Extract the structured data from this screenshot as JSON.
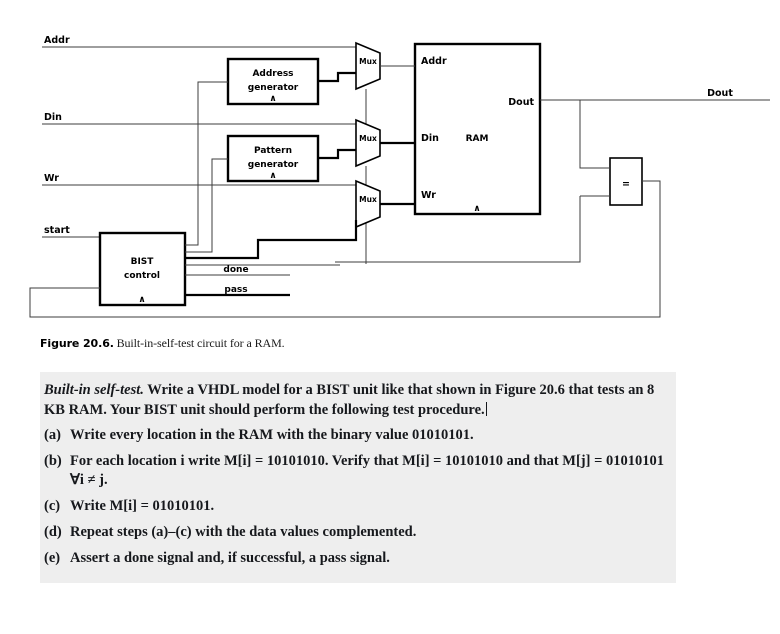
{
  "figure": {
    "caption_number": "Figure 20.6.",
    "caption_text": "Built-in-self-test circuit for a RAM.",
    "diagram": {
      "inputs": [
        {
          "name": "addr-input",
          "label": "Addr"
        },
        {
          "name": "din-input",
          "label": "Din"
        },
        {
          "name": "wr-input",
          "label": "Wr"
        },
        {
          "name": "start-input",
          "label": "start"
        }
      ],
      "outputs": [
        {
          "name": "dout-output",
          "label": "Dout"
        },
        {
          "name": "done-output",
          "label": "done"
        },
        {
          "name": "pass-output",
          "label": "pass"
        }
      ],
      "blocks": [
        {
          "name": "address-generator-block",
          "line1": "Address",
          "line2": "generator",
          "clock": "∧"
        },
        {
          "name": "pattern-generator-block",
          "line1": "Pattern",
          "line2": "generator",
          "clock": "∧"
        },
        {
          "name": "bist-control-block",
          "line1": "BIST",
          "line2": "control",
          "clock": "∧"
        },
        {
          "name": "ram-block",
          "label": "RAM",
          "clock": "∧"
        }
      ],
      "ram_ports": [
        {
          "name": "ram-port-addr",
          "label": "Addr"
        },
        {
          "name": "ram-port-din",
          "label": "Din"
        },
        {
          "name": "ram-port-wr",
          "label": "Wr"
        },
        {
          "name": "ram-port-dout",
          "label": "Dout"
        }
      ],
      "muxes": [
        {
          "name": "mux-addr",
          "label": "Mux"
        },
        {
          "name": "mux-din",
          "label": "Mux"
        },
        {
          "name": "mux-wr",
          "label": "Mux"
        }
      ],
      "comparator": {
        "name": "comparator-block",
        "label": "="
      }
    }
  },
  "exercise": {
    "intro": {
      "emphasis": "Built-in self-test.",
      "body": " Write a VHDL model for a BIST unit like that shown in Figure 20.6 that tests an 8 KB RAM. Your BIST unit should perform the following test procedure."
    },
    "items": [
      {
        "marker": "(a)",
        "text": "Write every location in the RAM with the binary value 01010101."
      },
      {
        "marker": "(b)",
        "text": "For each location i write M[i] = 10101010. Verify that M[i] = 10101010 and that M[j] = 01010101 ∀i ≠ j."
      },
      {
        "marker": "(c)",
        "text": "Write M[i] = 01010101."
      },
      {
        "marker": "(d)",
        "text": "Repeat steps (a)–(c) with the data values complemented."
      },
      {
        "marker": "(e)",
        "text": "Assert a done signal and, if successful, a pass signal."
      }
    ]
  },
  "colors": {
    "wire": "#3c3c3c",
    "wire_bold": "#000000",
    "block_outline": "#000000",
    "text_block_background": "#eeeeee",
    "text": "#16181c"
  }
}
